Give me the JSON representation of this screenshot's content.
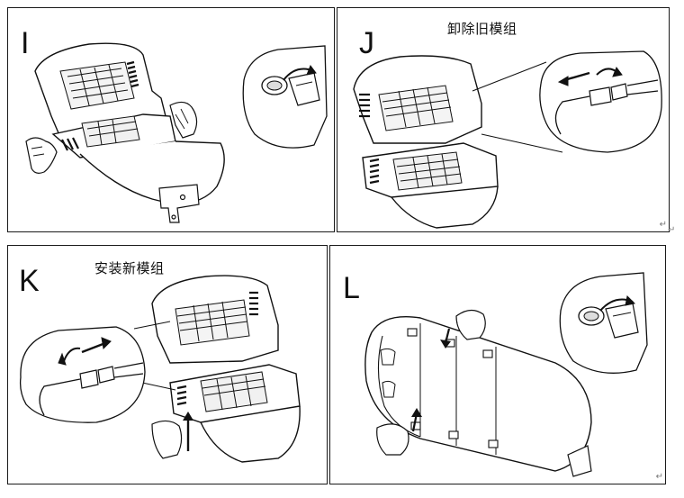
{
  "panels": [
    {
      "id": "I",
      "letter": "I",
      "caption": ""
    },
    {
      "id": "J",
      "letter": "J",
      "caption": "卸除旧模组"
    },
    {
      "id": "K",
      "letter": "K",
      "caption": "安装新模组"
    },
    {
      "id": "L",
      "letter": "L",
      "caption": ""
    }
  ],
  "marks": {
    "paragraph": "↵"
  },
  "colors": {
    "line": "#111111",
    "background": "#ffffff",
    "shade": "#dcdcdc"
  }
}
